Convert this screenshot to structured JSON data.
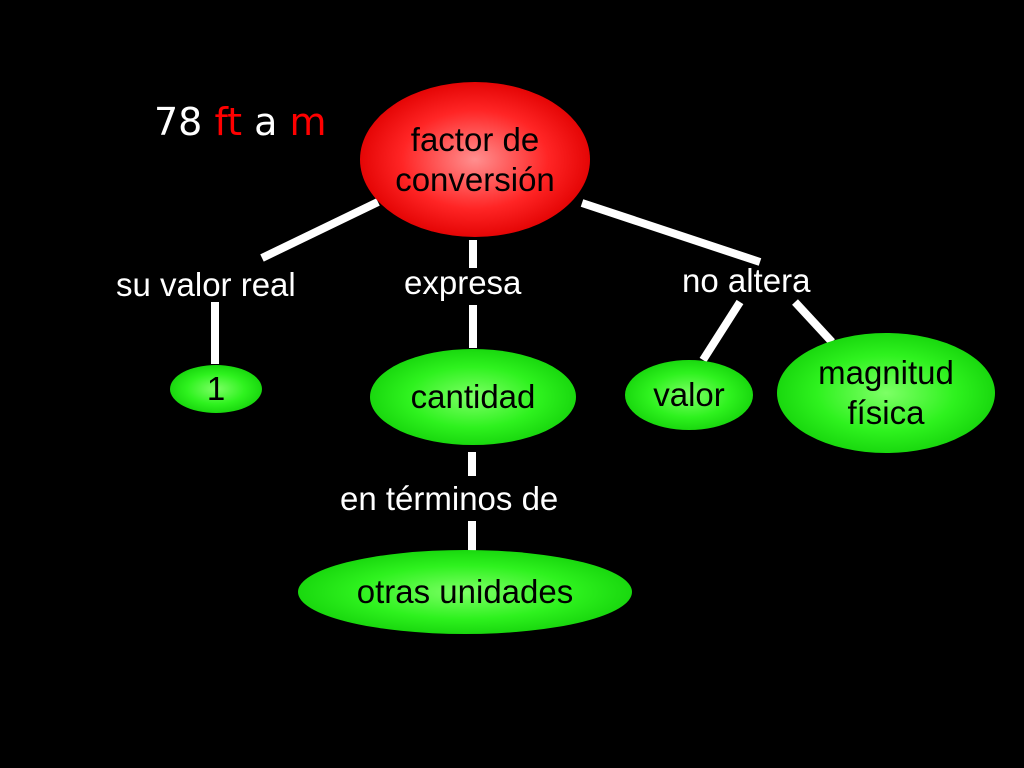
{
  "title": {
    "number": "78",
    "from_unit": "ft",
    "connector": "a",
    "to_unit": "m",
    "colors": {
      "number": "#ffffff",
      "from_unit": "#ff0000",
      "connector": "#ffffff",
      "to_unit": "#ff0000"
    }
  },
  "nodes": {
    "root": {
      "line1": "factor de",
      "line2": "conversión",
      "color": "#ff2525"
    },
    "one": {
      "label": "1",
      "color": "#2ef21e"
    },
    "cantidad": {
      "label": "cantidad",
      "color": "#2ef21e"
    },
    "valor": {
      "label": "valor",
      "color": "#2ef21e"
    },
    "magnitud": {
      "line1": "magnitud",
      "line2": "física",
      "color": "#2ef21e"
    },
    "otras": {
      "label": "otras unidades",
      "color": "#2ef21e"
    }
  },
  "links": {
    "su_valor_real": "su valor real",
    "expresa": "expresa",
    "no_altera": "no altera",
    "en_terminos_de": "en términos de"
  }
}
